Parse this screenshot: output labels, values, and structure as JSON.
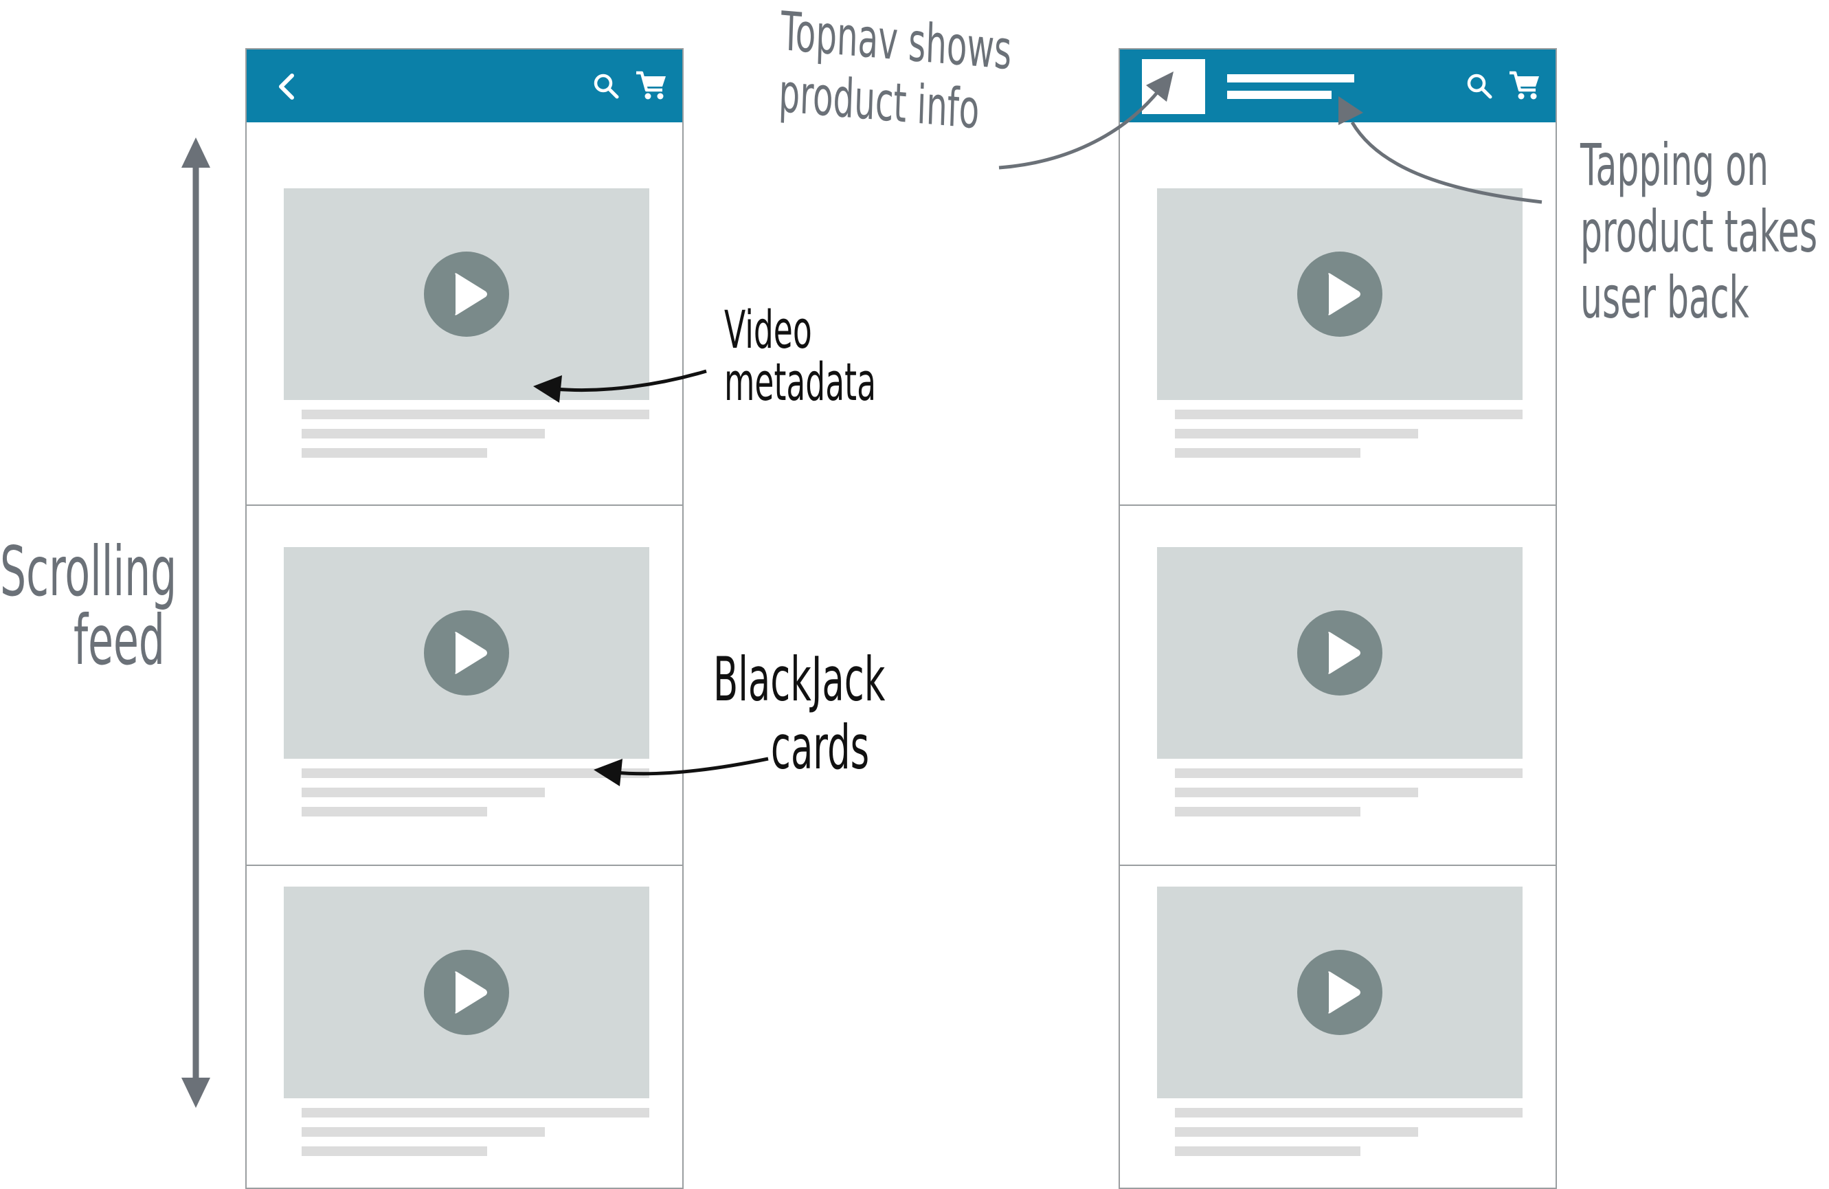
{
  "annotations": {
    "topnav": "Topnav shows\nproduct info",
    "video_metadata": "Video\nmetadata",
    "blackjack": "BlackJack\n     cards",
    "tapping": "Tapping on\nproduct takes\nuser back",
    "scrolling": "Scrolling\nfeed"
  },
  "colors": {
    "topnav": "#0b80a8",
    "thumbnail": "#d2d8d8",
    "play_button": "#7a8a8a",
    "metadata_line": "#dcdcdc",
    "annotation_gray": "#6b7178",
    "annotation_black": "#111111"
  },
  "icons": {
    "back": "chevron-left-icon",
    "search": "search-icon",
    "cart": "cart-icon",
    "play": "play-icon"
  }
}
